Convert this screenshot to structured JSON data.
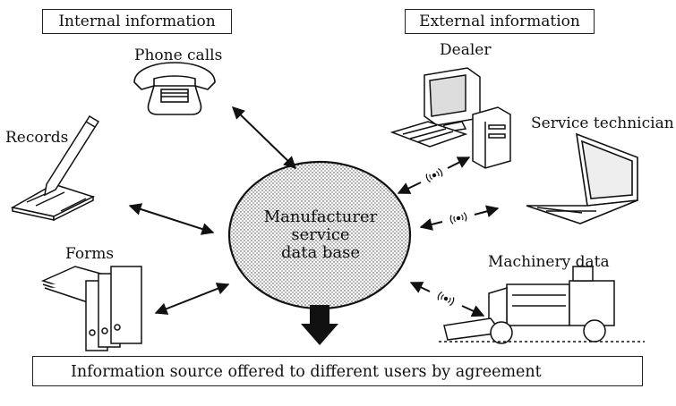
{
  "headers": {
    "internal": "Internal information",
    "external": "External information"
  },
  "hub": {
    "line1": "Manufacturer",
    "line2": "service",
    "line3": "data base"
  },
  "sources": {
    "phone_calls": "Phone calls",
    "records": "Records",
    "forms": "Forms",
    "dealer": "Dealer",
    "service_technician": "Service technician",
    "machinery_data": "Machinery data"
  },
  "output": {
    "text": "Information source offered to different users by agreement"
  },
  "icons": {
    "phone": "telephone-icon",
    "records": "notebook-pen-icon",
    "forms": "binders-icon",
    "dealer": "desktop-computer-icon",
    "technician": "laptop-icon",
    "machinery": "harvester-icon",
    "wireless": "wireless-signal-icon"
  }
}
